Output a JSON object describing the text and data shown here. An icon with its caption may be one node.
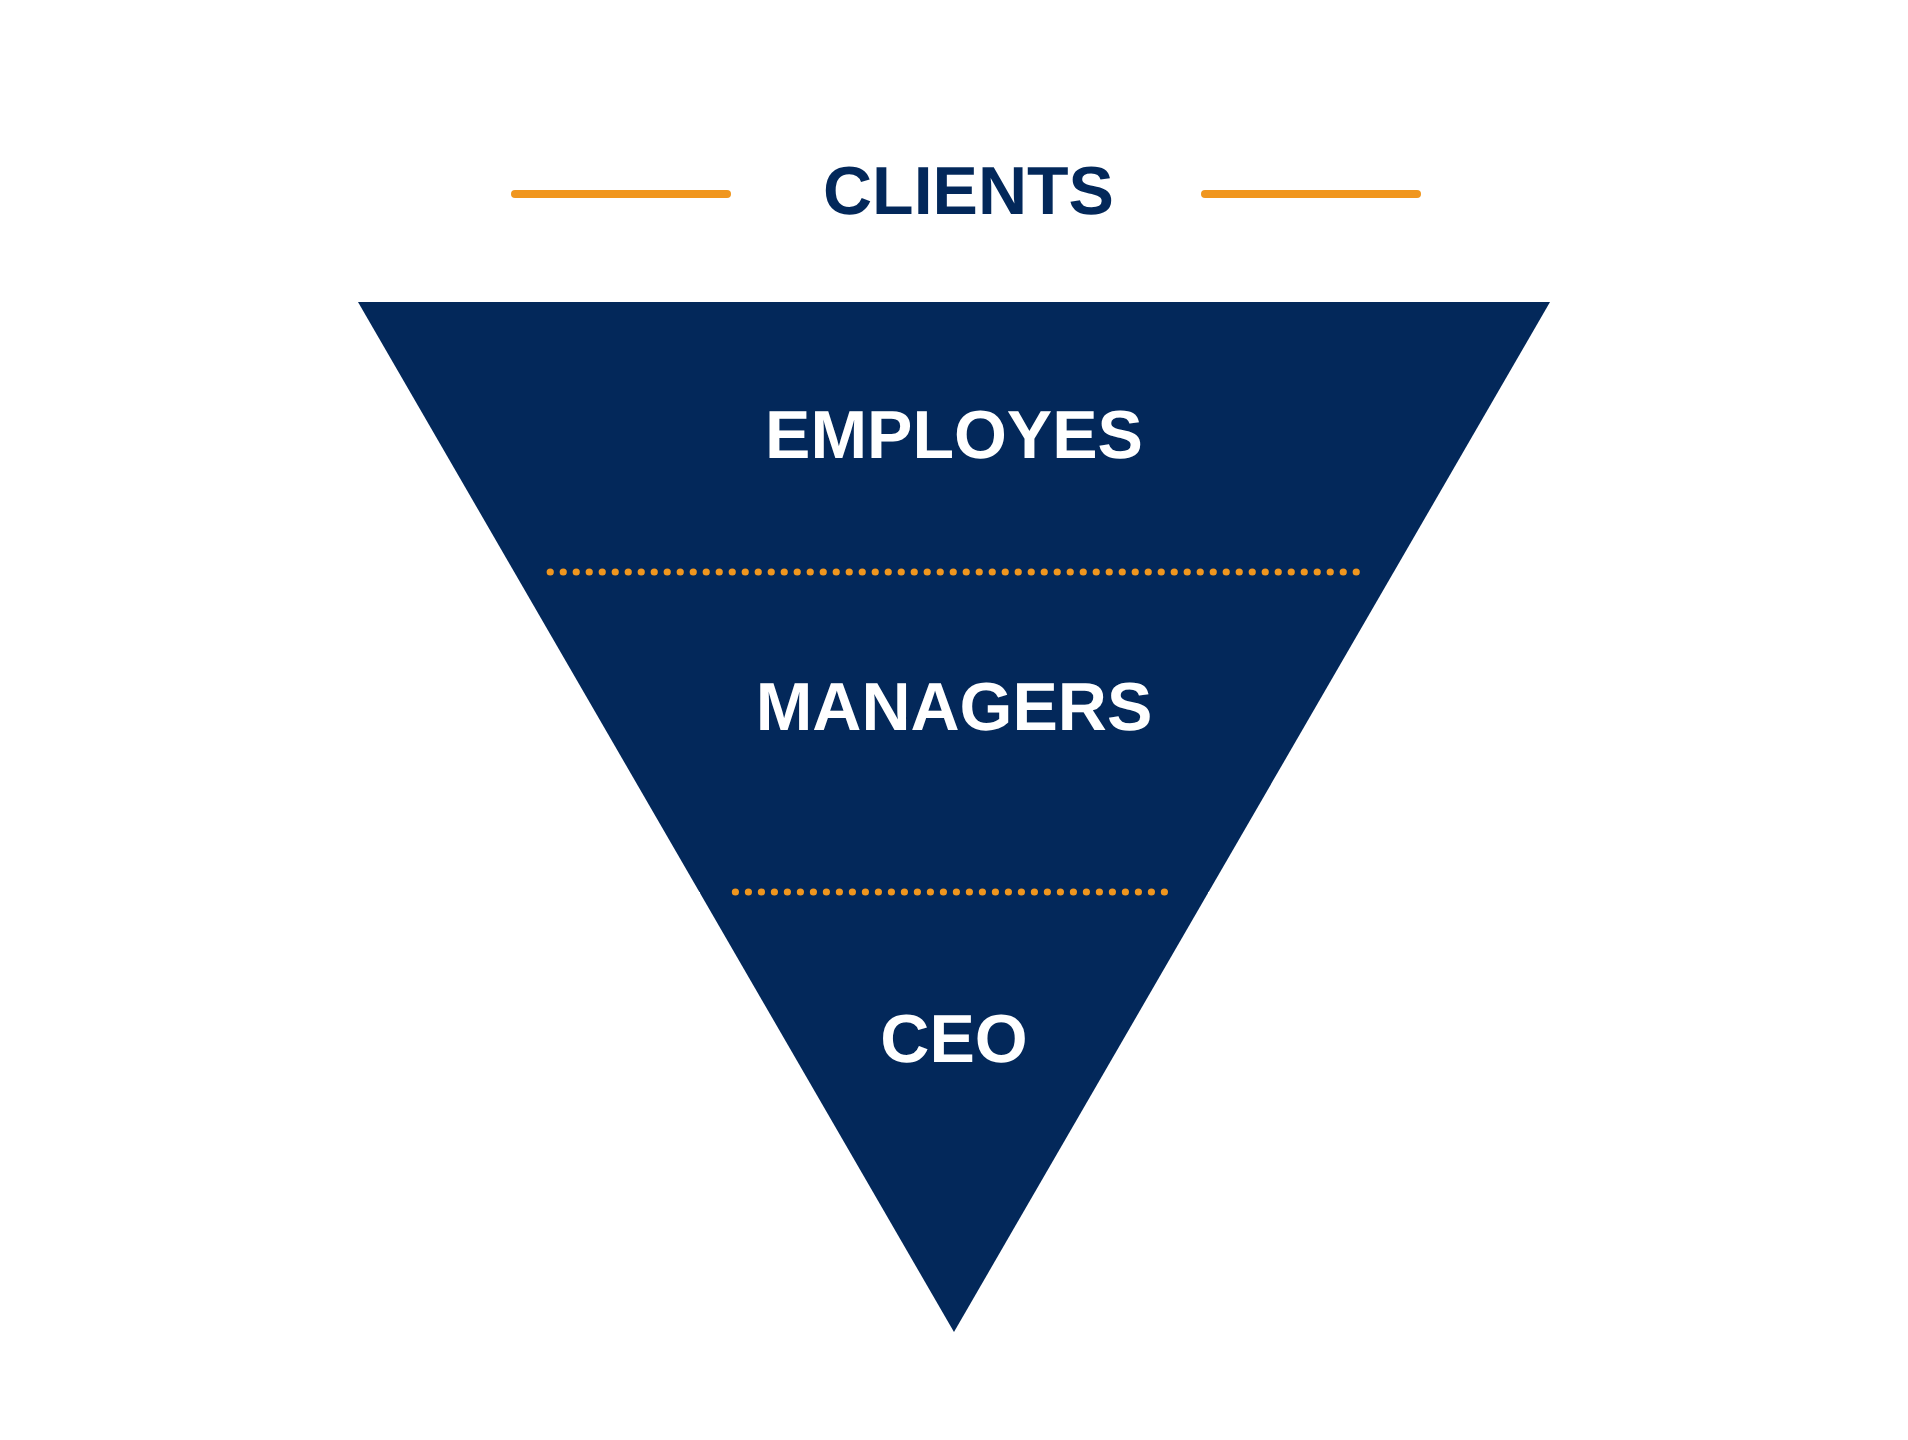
{
  "diagram": {
    "labels": [
      "CLIENTS"
    ],
    "nodes": [
      {
        "text": [
          "EMPLOYES"
        ]
      },
      {
        "text": [
          "MANAGERS"
        ]
      },
      {
        "text": [
          "CEO"
        ]
      }
    ]
  }
}
